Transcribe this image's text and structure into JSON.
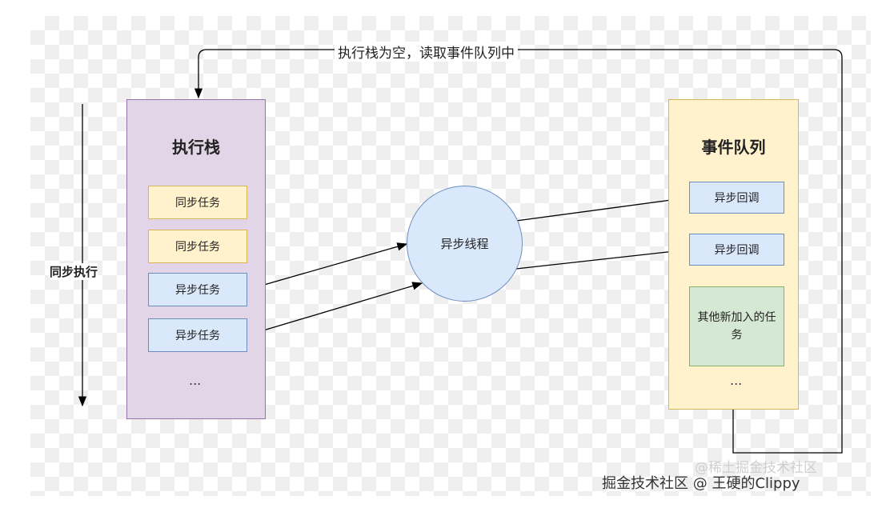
{
  "diagram": {
    "top_label": "执行栈为空，读取事件队列中",
    "side_label": "同步执行",
    "stack": {
      "title": "执行栈",
      "items": [
        "同步任务",
        "同步任务",
        "异步任务",
        "异步任务"
      ],
      "ellipsis": "..."
    },
    "thread": {
      "label": "异步线程"
    },
    "queue": {
      "title": "事件队列",
      "items": [
        "异步回调",
        "异步回调"
      ],
      "new_task": "其他新加入的任务",
      "ellipsis": "..."
    }
  },
  "watermark": {
    "faint": "@稀土掘金技术社区",
    "main": "掘金技术社区 @ 王硬的Clippy"
  },
  "colors": {
    "stack_fill": "#e1d5e7",
    "stack_border": "#9673a6",
    "queue_fill": "#fff2cc",
    "queue_border": "#d6b656",
    "async_fill": "#dae8fc",
    "async_border": "#6c8ebf",
    "new_task_fill": "#d5e8d4",
    "new_task_border": "#82b366"
  }
}
